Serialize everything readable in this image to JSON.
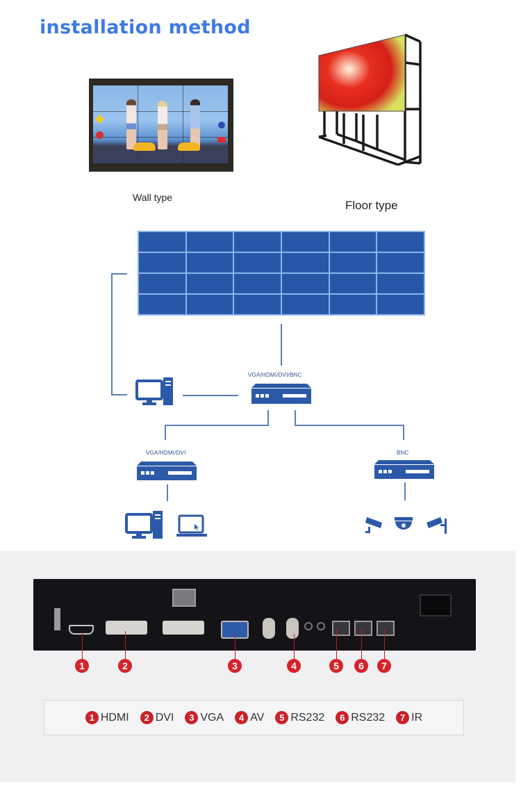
{
  "header": {
    "title": "installation method"
  },
  "mounting": {
    "wall": {
      "caption": "Wall type"
    },
    "floor": {
      "caption": "Floor type"
    }
  },
  "diagram": {
    "video_wall": {
      "columns": 6,
      "rows": 4,
      "color": "#2957a8"
    },
    "main_controller": {
      "label": "VGA/HDMI/DVI/BNC"
    },
    "left_controller": {
      "label": "VGA/HDMI/DVI"
    },
    "right_controller": {
      "label": "BNC"
    },
    "sources_left": [
      "desktop-computer",
      "laptop"
    ],
    "sources_right": [
      "bullet-camera",
      "dome-camera",
      "box-camera"
    ],
    "accent_color": "#2d5aa8"
  },
  "device_panel": {
    "callouts": [
      "1",
      "2",
      "3",
      "4",
      "5",
      "6",
      "7"
    ]
  },
  "legend": {
    "items": [
      {
        "num": "1",
        "label": "HDMI"
      },
      {
        "num": "2",
        "label": "DVI"
      },
      {
        "num": "3",
        "label": "VGA"
      },
      {
        "num": "4",
        "label": "AV"
      },
      {
        "num": "5",
        "label": "RS232"
      },
      {
        "num": "6",
        "label": "RS232"
      },
      {
        "num": "7",
        "label": "IR"
      }
    ],
    "badge_color": "#cc2028"
  }
}
